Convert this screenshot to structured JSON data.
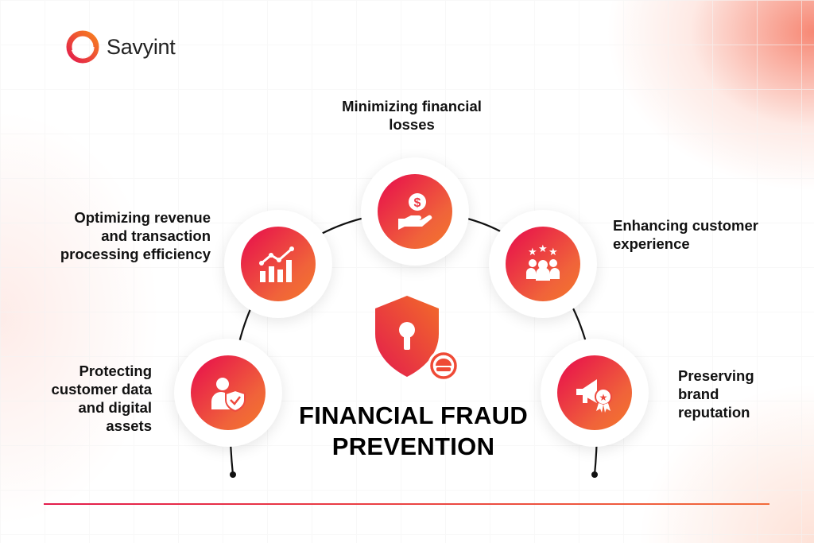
{
  "brand": {
    "name": "Savyint",
    "colors": {
      "primary": "#e8174a",
      "secondary": "#f4772a"
    }
  },
  "title": {
    "line1": "FINANCIAL FRAUD",
    "line2": "PREVENTION"
  },
  "benefits": [
    {
      "label": "Minimizing financial losses",
      "icon": "hand-dollar-icon"
    },
    {
      "label": "Optimizing revenue and transaction processing efficiency",
      "icon": "growth-chart-icon"
    },
    {
      "label": "Enhancing customer experience",
      "icon": "customers-stars-icon"
    },
    {
      "label": "Protecting customer data and digital assets",
      "icon": "user-shield-icon"
    },
    {
      "label": "Preserving brand reputation",
      "icon": "megaphone-badge-icon"
    }
  ]
}
